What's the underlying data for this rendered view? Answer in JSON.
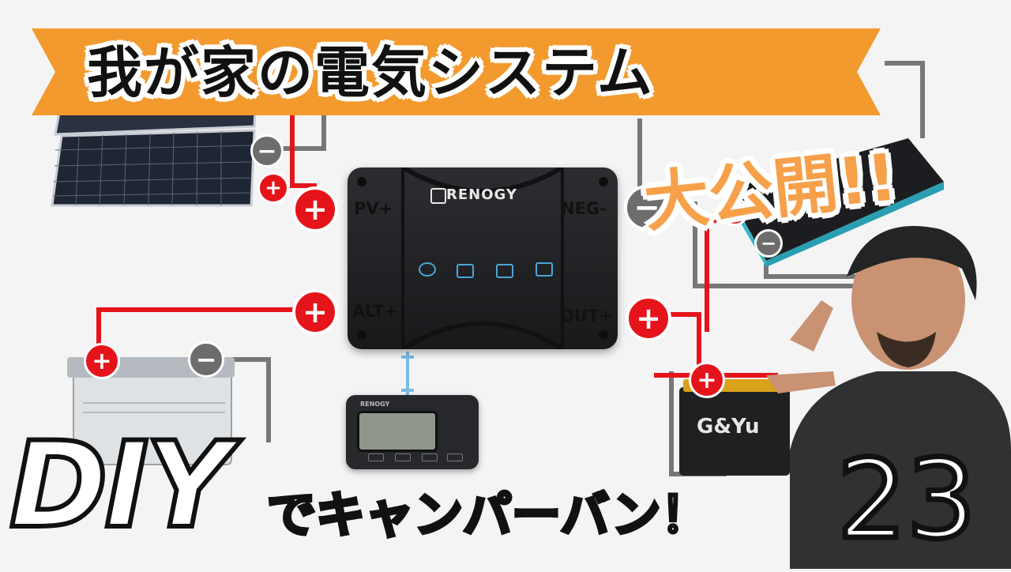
{
  "banner": {
    "title": "我が家の電気システム",
    "color": "#f39a2e"
  },
  "stamp": {
    "text": "大公開!!",
    "color": "#f7a04a"
  },
  "controller": {
    "brand": "RENOGY",
    "ports": {
      "pv": "PV+",
      "alt": "ALT+",
      "neg": "NEG-",
      "out": "OUT+"
    }
  },
  "terminals": {
    "plus": "+",
    "minus": "−"
  },
  "monitor": {
    "brand": "RENOGY"
  },
  "battery_right": {
    "brand": "G&Yu"
  },
  "footer": {
    "diy": "DIY",
    "subtitle": "でキャンパーバン！",
    "episode": "23"
  },
  "colors": {
    "positive_wire": "#e5141b",
    "negative_wire": "#777777",
    "background": "#f4f4f4"
  }
}
